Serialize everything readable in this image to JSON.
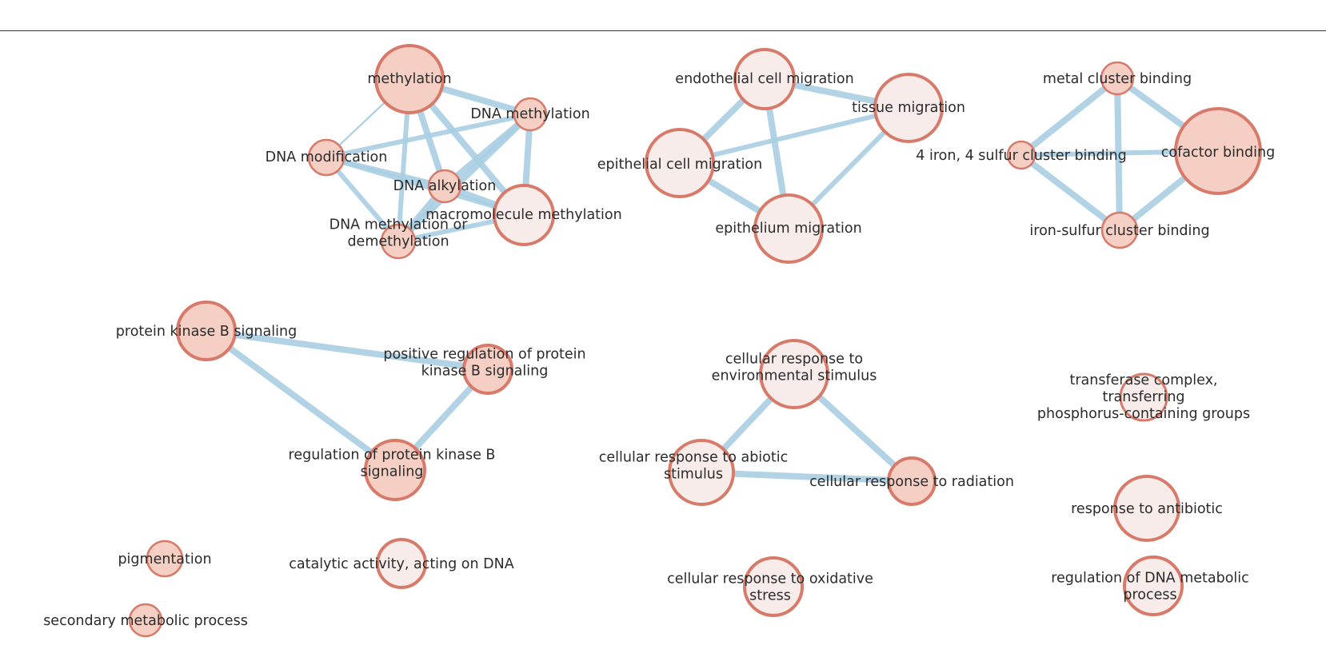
{
  "colors": {
    "edge": "#a9cfe3",
    "node_stroke": "#d87a6a",
    "node_fill_light": "#f7ece9",
    "node_fill_dark": "#f5cfc4",
    "text": "#2b2b2b"
  },
  "nodes": [
    {
      "id": "methylation",
      "lines": [
        "methylation"
      ],
      "fill": "dark"
    },
    {
      "id": "dna-methylation",
      "lines": [
        "DNA methylation"
      ],
      "fill": "dark"
    },
    {
      "id": "dna-modification",
      "lines": [
        "DNA modification"
      ],
      "fill": "dark"
    },
    {
      "id": "dna-alkylation",
      "lines": [
        "DNA alkylation"
      ],
      "fill": "dark"
    },
    {
      "id": "macromolecule-methylation",
      "lines": [
        "macromolecule methylation"
      ],
      "fill": "light"
    },
    {
      "id": "dna-methylation-or-demethylation",
      "lines": [
        "DNA methylation or",
        "demethylation"
      ],
      "fill": "dark"
    },
    {
      "id": "endothelial-cell-migration",
      "lines": [
        "endothelial cell migration"
      ],
      "fill": "light"
    },
    {
      "id": "tissue-migration",
      "lines": [
        "tissue migration"
      ],
      "fill": "light"
    },
    {
      "id": "epithelial-cell-migration",
      "lines": [
        "epithelial cell migration"
      ],
      "fill": "light"
    },
    {
      "id": "epithelium-migration",
      "lines": [
        "epithelium migration"
      ],
      "fill": "light"
    },
    {
      "id": "metal-cluster-binding",
      "lines": [
        "metal cluster binding"
      ],
      "fill": "dark"
    },
    {
      "id": "iron-sulfur-4-4",
      "lines": [
        "4 iron, 4 sulfur cluster binding"
      ],
      "fill": "dark"
    },
    {
      "id": "cofactor-binding",
      "lines": [
        "cofactor binding"
      ],
      "fill": "dark"
    },
    {
      "id": "iron-sulfur-cluster-binding",
      "lines": [
        "iron-sulfur cluster binding"
      ],
      "fill": "dark"
    },
    {
      "id": "protein-kinase-b-signaling",
      "lines": [
        "protein kinase B signaling"
      ],
      "fill": "dark"
    },
    {
      "id": "positive-regulation-pkb",
      "lines": [
        "positive regulation of protein",
        "kinase B signaling"
      ],
      "fill": "dark"
    },
    {
      "id": "regulation-pkb",
      "lines": [
        "regulation of protein kinase B",
        "signaling"
      ],
      "fill": "dark"
    },
    {
      "id": "cellular-response-environmental",
      "lines": [
        "cellular response to",
        "environmental stimulus"
      ],
      "fill": "light"
    },
    {
      "id": "cellular-response-abiotic",
      "lines": [
        "cellular response to abiotic",
        "stimulus"
      ],
      "fill": "light"
    },
    {
      "id": "cellular-response-radiation",
      "lines": [
        "cellular response to radiation"
      ],
      "fill": "dark"
    },
    {
      "id": "transferase-complex",
      "lines": [
        "transferase complex,",
        "transferring",
        "phosphorus-containing groups"
      ],
      "fill": "light"
    },
    {
      "id": "response-to-antibiotic",
      "lines": [
        "response to antibiotic"
      ],
      "fill": "light"
    },
    {
      "id": "pigmentation",
      "lines": [
        "pigmentation"
      ],
      "fill": "dark"
    },
    {
      "id": "catalytic-activity-dna",
      "lines": [
        "catalytic activity, acting on DNA"
      ],
      "fill": "light"
    },
    {
      "id": "cellular-response-oxidative",
      "lines": [
        "cellular response to oxidative",
        "stress"
      ],
      "fill": "light"
    },
    {
      "id": "regulation-dna-metabolic",
      "lines": [
        "regulation of DNA metabolic",
        "process"
      ],
      "fill": "light"
    },
    {
      "id": "secondary-metabolic-process",
      "lines": [
        "secondary metabolic process"
      ],
      "fill": "dark"
    }
  ],
  "edges": [
    {
      "source": "methylation",
      "target": "dna-methylation",
      "weight": "strong"
    },
    {
      "source": "methylation",
      "target": "dna-modification",
      "weight": "weak"
    },
    {
      "source": "methylation",
      "target": "dna-alkylation",
      "weight": "strong"
    },
    {
      "source": "methylation",
      "target": "macromolecule-methylation",
      "weight": "strong"
    },
    {
      "source": "methylation",
      "target": "dna-methylation-or-demethylation",
      "weight": "medium"
    },
    {
      "source": "dna-methylation",
      "target": "dna-modification",
      "weight": "medium"
    },
    {
      "source": "dna-methylation",
      "target": "dna-alkylation",
      "weight": "strong"
    },
    {
      "source": "dna-methylation",
      "target": "macromolecule-methylation",
      "weight": "strong"
    },
    {
      "source": "dna-methylation",
      "target": "dna-methylation-or-demethylation",
      "weight": "strong"
    },
    {
      "source": "dna-modification",
      "target": "dna-alkylation",
      "weight": "medium"
    },
    {
      "source": "dna-modification",
      "target": "macromolecule-methylation",
      "weight": "medium"
    },
    {
      "source": "dna-modification",
      "target": "dna-methylation-or-demethylation",
      "weight": "medium"
    },
    {
      "source": "dna-alkylation",
      "target": "macromolecule-methylation",
      "weight": "strong"
    },
    {
      "source": "dna-alkylation",
      "target": "dna-methylation-or-demethylation",
      "weight": "strong"
    },
    {
      "source": "macromolecule-methylation",
      "target": "dna-methylation-or-demethylation",
      "weight": "medium"
    },
    {
      "source": "endothelial-cell-migration",
      "target": "tissue-migration",
      "weight": "strong"
    },
    {
      "source": "endothelial-cell-migration",
      "target": "epithelial-cell-migration",
      "weight": "strong"
    },
    {
      "source": "endothelial-cell-migration",
      "target": "epithelium-migration",
      "weight": "strong"
    },
    {
      "source": "tissue-migration",
      "target": "epithelial-cell-migration",
      "weight": "medium"
    },
    {
      "source": "tissue-migration",
      "target": "epithelium-migration",
      "weight": "medium"
    },
    {
      "source": "epithelial-cell-migration",
      "target": "epithelium-migration",
      "weight": "strong"
    },
    {
      "source": "metal-cluster-binding",
      "target": "iron-sulfur-4-4",
      "weight": "strong"
    },
    {
      "source": "metal-cluster-binding",
      "target": "cofactor-binding",
      "weight": "strong"
    },
    {
      "source": "metal-cluster-binding",
      "target": "iron-sulfur-cluster-binding",
      "weight": "strong"
    },
    {
      "source": "iron-sulfur-4-4",
      "target": "cofactor-binding",
      "weight": "medium"
    },
    {
      "source": "iron-sulfur-4-4",
      "target": "iron-sulfur-cluster-binding",
      "weight": "strong"
    },
    {
      "source": "cofactor-binding",
      "target": "iron-sulfur-cluster-binding",
      "weight": "strong"
    },
    {
      "source": "protein-kinase-b-signaling",
      "target": "positive-regulation-pkb",
      "weight": "strong"
    },
    {
      "source": "protein-kinase-b-signaling",
      "target": "regulation-pkb",
      "weight": "strong"
    },
    {
      "source": "positive-regulation-pkb",
      "target": "regulation-pkb",
      "weight": "strong"
    },
    {
      "source": "cellular-response-environmental",
      "target": "cellular-response-abiotic",
      "weight": "strong"
    },
    {
      "source": "cellular-response-environmental",
      "target": "cellular-response-radiation",
      "weight": "strong"
    },
    {
      "source": "cellular-response-abiotic",
      "target": "cellular-response-radiation",
      "weight": "strong"
    }
  ]
}
